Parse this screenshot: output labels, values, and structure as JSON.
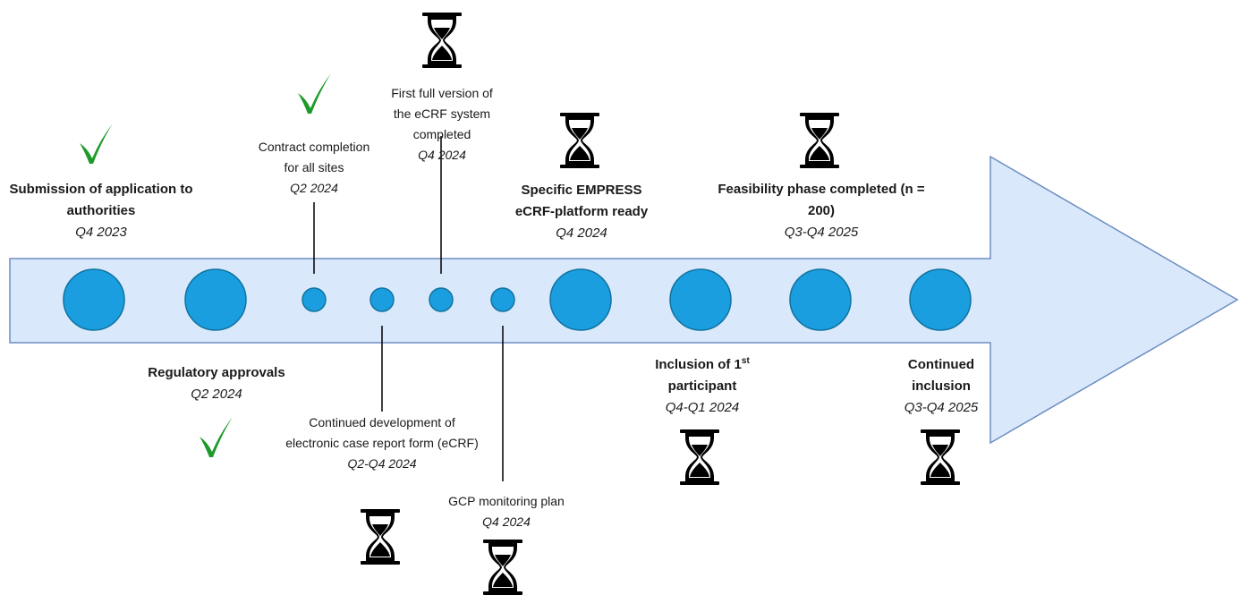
{
  "colors": {
    "arrow_fill": "#dae8fc",
    "arrow_stroke": "#6c8ebf",
    "node_fill": "#1b9ee0",
    "node_stroke": "#10739e",
    "check": "#1e9a2a",
    "hourglass": "#000000"
  },
  "milestones": [
    {
      "title": "Submission of application to authorities",
      "date": "Q4 2023",
      "status": "done",
      "status_icon": "checkmark-icon"
    },
    {
      "title": "Regulatory approvals",
      "date": "Q2 2024",
      "status": "done",
      "status_icon": "checkmark-icon"
    },
    {
      "title": "Contract completion for all sites",
      "date": "Q2 2024",
      "status": "done",
      "status_icon": "checkmark-icon"
    },
    {
      "title": "Continued development of electronic case report form (eCRF)",
      "date": "Q2-Q4 2024",
      "status": "pending",
      "status_icon": "hourglass-icon"
    },
    {
      "title": "First full version of the eCRF system completed",
      "date": "Q4 2024",
      "status": "pending",
      "status_icon": "hourglass-icon"
    },
    {
      "title": "GCP monitoring plan",
      "date": "Q4 2024",
      "status": "pending",
      "status_icon": "hourglass-icon"
    },
    {
      "title": "Specific EMPRESS eCRF-platform ready",
      "date": "Q4 2024",
      "status": "pending",
      "status_icon": "hourglass-icon"
    },
    {
      "title_main": "Inclusion of 1",
      "title_sup": "st",
      "title_rest": "participant",
      "date": "Q4-Q1 2024",
      "status": "pending",
      "status_icon": "hourglass-icon"
    },
    {
      "title": "Feasibility phase completed (n = 200)",
      "date": "Q3-Q4 2025",
      "status": "pending",
      "status_icon": "hourglass-icon"
    },
    {
      "title": "Continued inclusion",
      "date": "Q3-Q4 2025",
      "status": "pending",
      "status_icon": "hourglass-icon"
    }
  ]
}
